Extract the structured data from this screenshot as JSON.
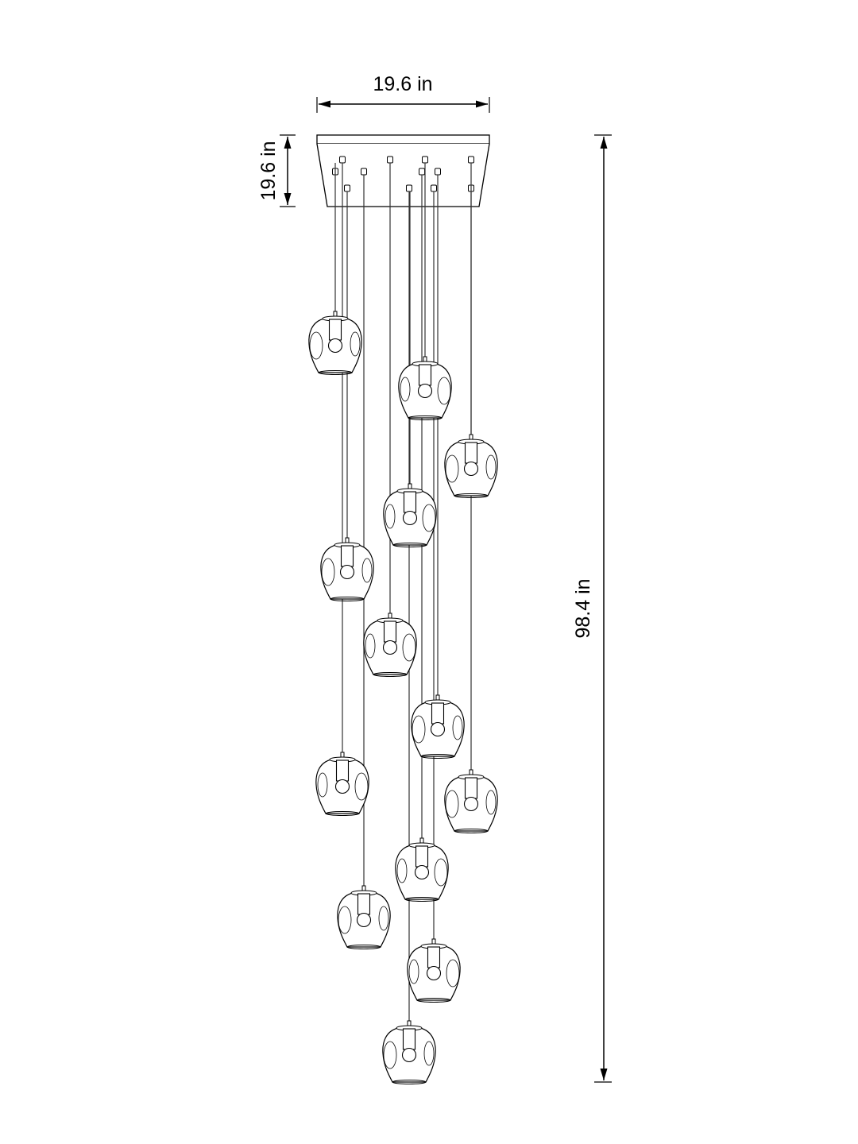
{
  "dimensions": {
    "width_label": "19.6 in",
    "canopy_height_label": "19.6 in",
    "overall_height_label": "98.4 in"
  },
  "colors": {
    "line": "#000000",
    "wire": "#333333"
  }
}
